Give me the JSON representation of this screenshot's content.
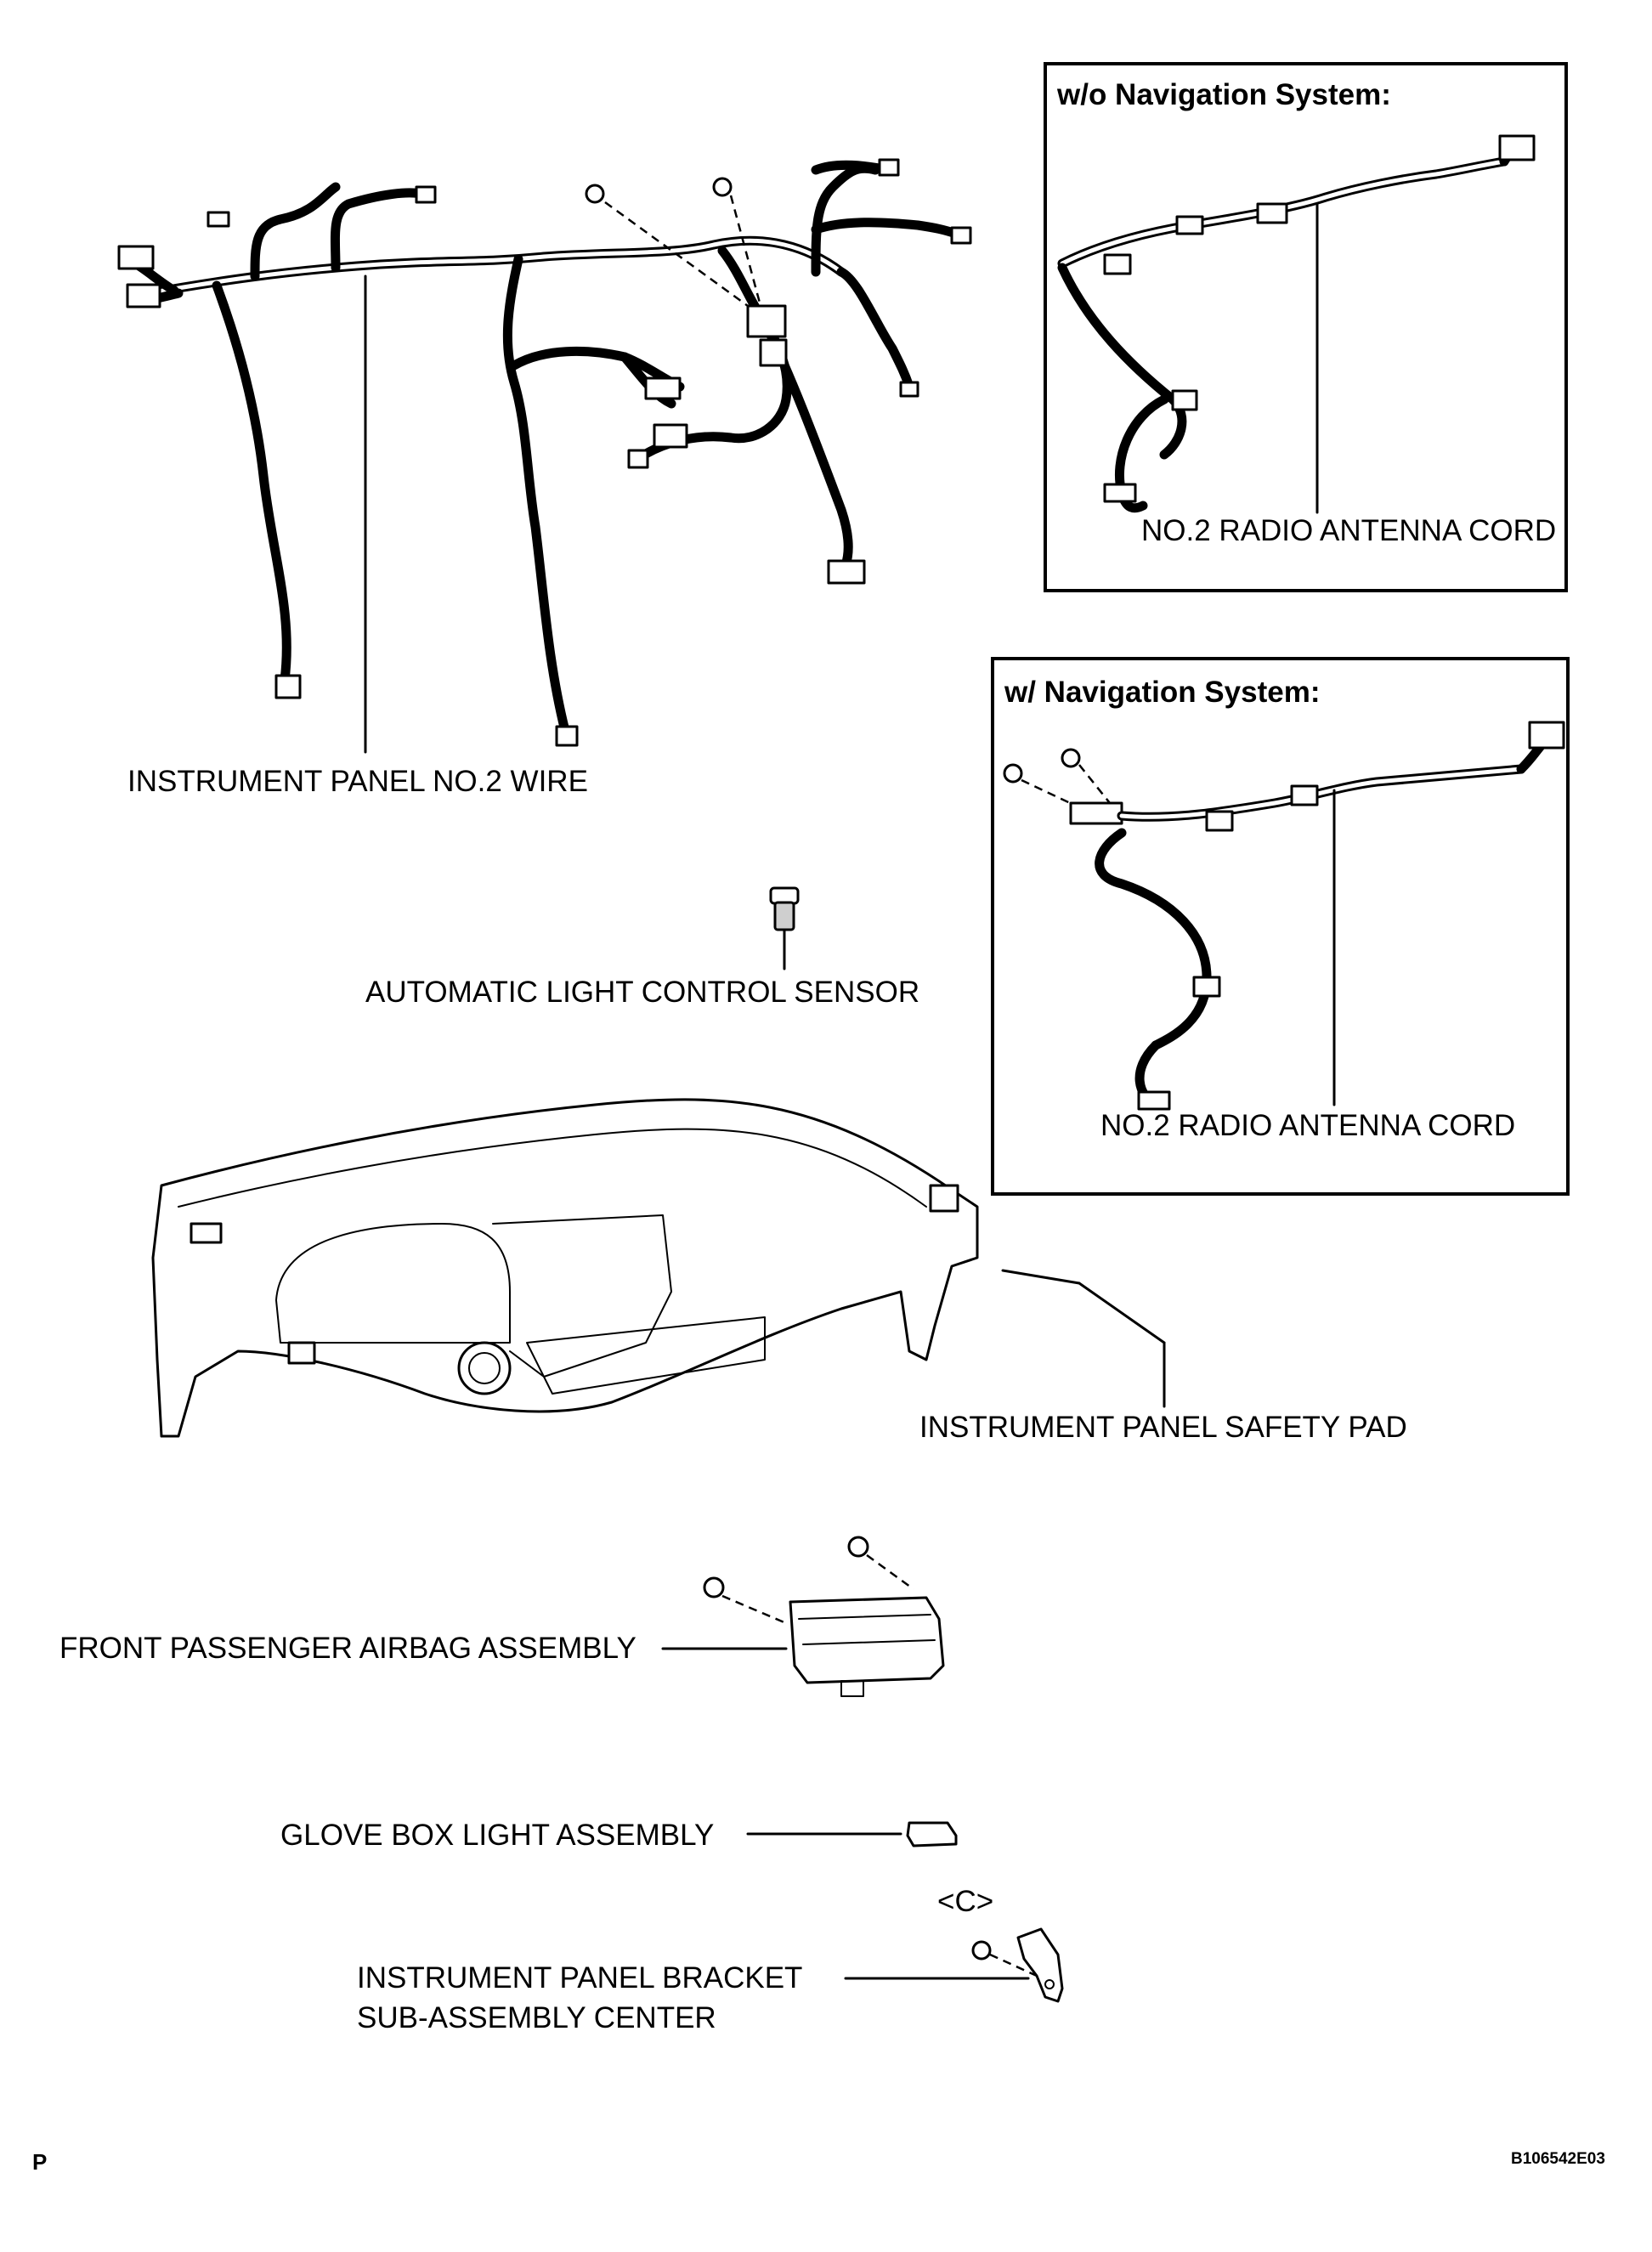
{
  "insets": {
    "without_nav": {
      "title": "w/o Navigation System:",
      "label": "NO.2 RADIO ANTENNA CORD"
    },
    "with_nav": {
      "title": "w/ Navigation System:",
      "label": "NO.2 RADIO ANTENNA CORD"
    }
  },
  "parts": {
    "instrument_panel_no2_wire": "INSTRUMENT PANEL NO.2 WIRE",
    "automatic_light_control_sensor": "AUTOMATIC LIGHT CONTROL SENSOR",
    "instrument_panel_safety_pad": "INSTRUMENT PANEL SAFETY PAD",
    "front_passenger_airbag_assembly": "FRONT PASSENGER AIRBAG ASSEMBLY",
    "glove_box_light_assembly": "GLOVE BOX LIGHT ASSEMBLY",
    "bracket_marker": "<C>",
    "instrument_panel_bracket_line1": "INSTRUMENT PANEL BRACKET",
    "instrument_panel_bracket_line2": "SUB-ASSEMBLY CENTER"
  },
  "footer": {
    "corner_letter": "P",
    "figure_code": "B106542E03"
  }
}
